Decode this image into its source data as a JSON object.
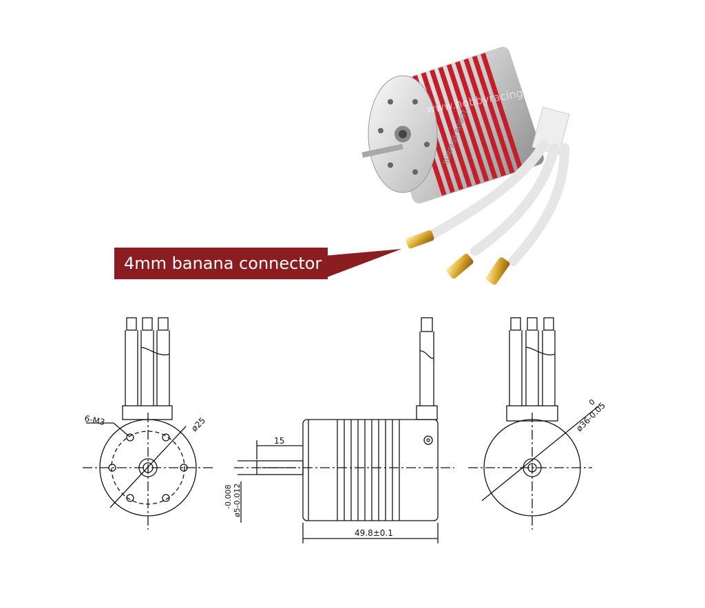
{
  "callout": {
    "label": "4mm banana connector",
    "color": "#8b1c1f"
  },
  "photo": {
    "watermark": "www.hobbyracing.it",
    "brand_mark": "SURPASS ROBOT"
  },
  "drawing": {
    "front_view": {
      "thread_label": "6-M3",
      "pcd_label": "ø25"
    },
    "side_view": {
      "shaft_length": "15",
      "body_length": "49.8±0.1",
      "shaft_dia_tol": "-0.008",
      "shaft_dia": "ø5-0.012"
    },
    "rear_view": {
      "body_dia_tol": "0",
      "body_dia": "ø36-0.05"
    }
  },
  "colors": {
    "red_coil": "#c41e2a",
    "line": "#111111",
    "gold": "#d9a62a"
  }
}
